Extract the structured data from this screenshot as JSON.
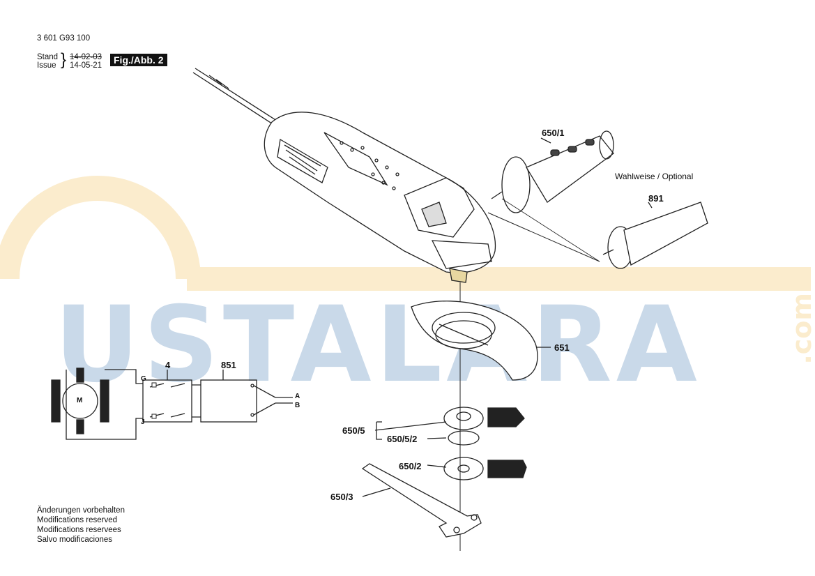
{
  "header": {
    "part_number": "3 601 G93 100",
    "stand_label": "Stand",
    "issue_label": "Issue",
    "stand_date": "14-02-03",
    "issue_date": "14-05-21",
    "figure_label": "Fig./Abb. 2"
  },
  "watermark": {
    "text": "USTALARA",
    "suffix": ".com",
    "color_text": "#c9d9e9",
    "color_ring": "#fbeccd"
  },
  "parts": {
    "p650_1": "650/1",
    "optional": "Wahlweise / Optional",
    "p891": "891",
    "p651": "651",
    "p650_5": "650/5",
    "p650_5_2": "650/5/2",
    "p650_2": "650/2",
    "p650_3": "650/3",
    "p4": "4",
    "p851": "851"
  },
  "wiring": {
    "motor_label": "M",
    "terminal_g": "G",
    "terminal_j": "J",
    "terminal_a": "A",
    "terminal_b": "B"
  },
  "footer": {
    "lines": [
      "Änderungen vorbehalten",
      "Modifications reserved",
      "Modifications reservees",
      "Salvo modificaciones"
    ]
  }
}
